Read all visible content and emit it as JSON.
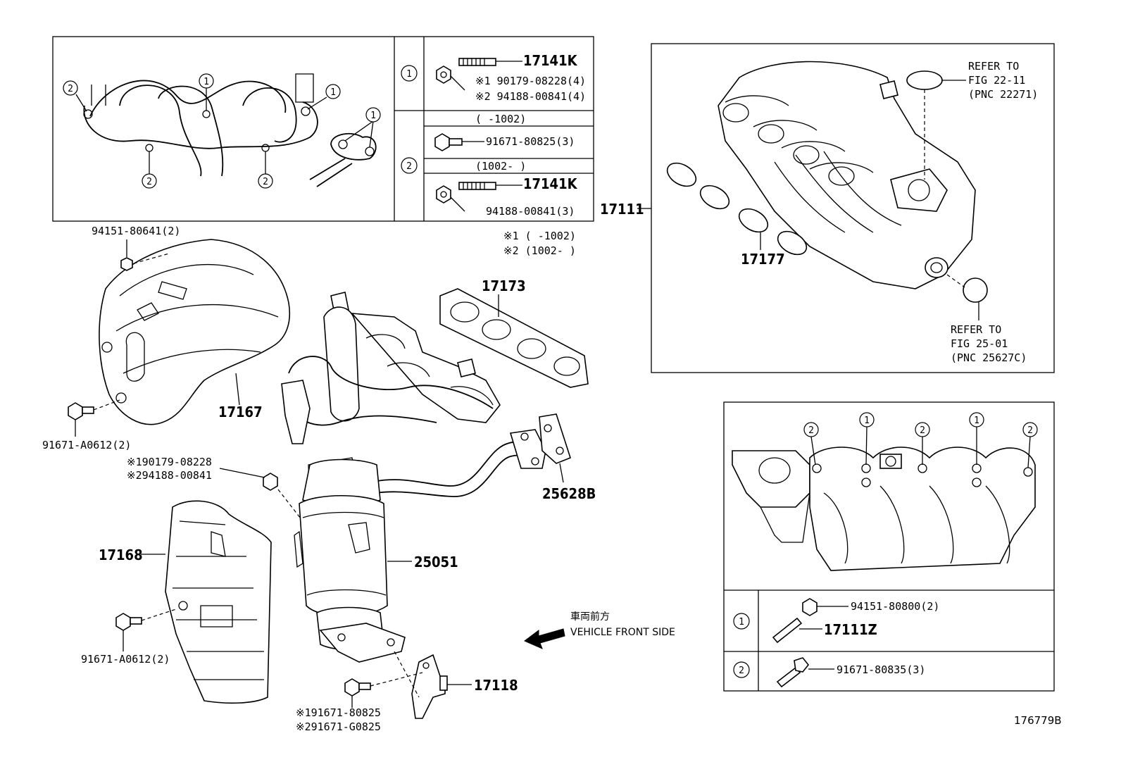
{
  "diagram_id": "176779B",
  "callouts": {
    "inset_top_left_row1_label": "17141K",
    "inset_top_left_row1_a": "※1 90179-08228(4)",
    "inset_top_left_row1_b": "※2 94188-00841(4)",
    "inset_top_left_row2_range_a": "(     -1002)",
    "inset_top_left_row2_part": "91671-80825(3)",
    "inset_top_left_row2_range_b": "(1002-     )",
    "inset_top_left_row2_label": "17141K",
    "inset_top_left_row2_bolt": "94188-00841(3)",
    "marker_1": "①",
    "marker_2": "②",
    "note1": "※1 (     -1002)",
    "note2": "※2 (1002-     )",
    "heat_insulator_bolt_top": "94151-80641(2)",
    "heat_insulator_upper": "17167",
    "heat_insulator_bolt_left": "91671-A0612(2)",
    "gasket_manifold": "17173",
    "gasket_exhaust": "25628B",
    "nut_a": "※190179-08228",
    "nut_b": "※294188-00841",
    "heat_insulator_lower": "17168",
    "converter": "25051",
    "heat_insulator_lower_bolt": "91671-A0612(2)",
    "bracket": "17118",
    "bracket_bolt_a": "※191671-80825",
    "bracket_bolt_b": "※291671-G0825",
    "vehicle_front_jp": "車両前方",
    "vehicle_front_en": "VEHICLE FRONT SIDE",
    "intake_manifold": "17111",
    "intake_gasket": "17177",
    "refer1_a": "REFER TO",
    "refer1_b": "FIG 22-11",
    "refer1_c": "(PNC 22271)",
    "refer2_a": "REFER TO",
    "refer2_b": "FIG 25-01",
    "refer2_c": "(PNC 25627C)",
    "inset_bottom_right_nut": "94151-80800(2)",
    "inset_bottom_right_stud": "17111Z",
    "inset_bottom_right_bolt": "91671-80835(3)"
  }
}
